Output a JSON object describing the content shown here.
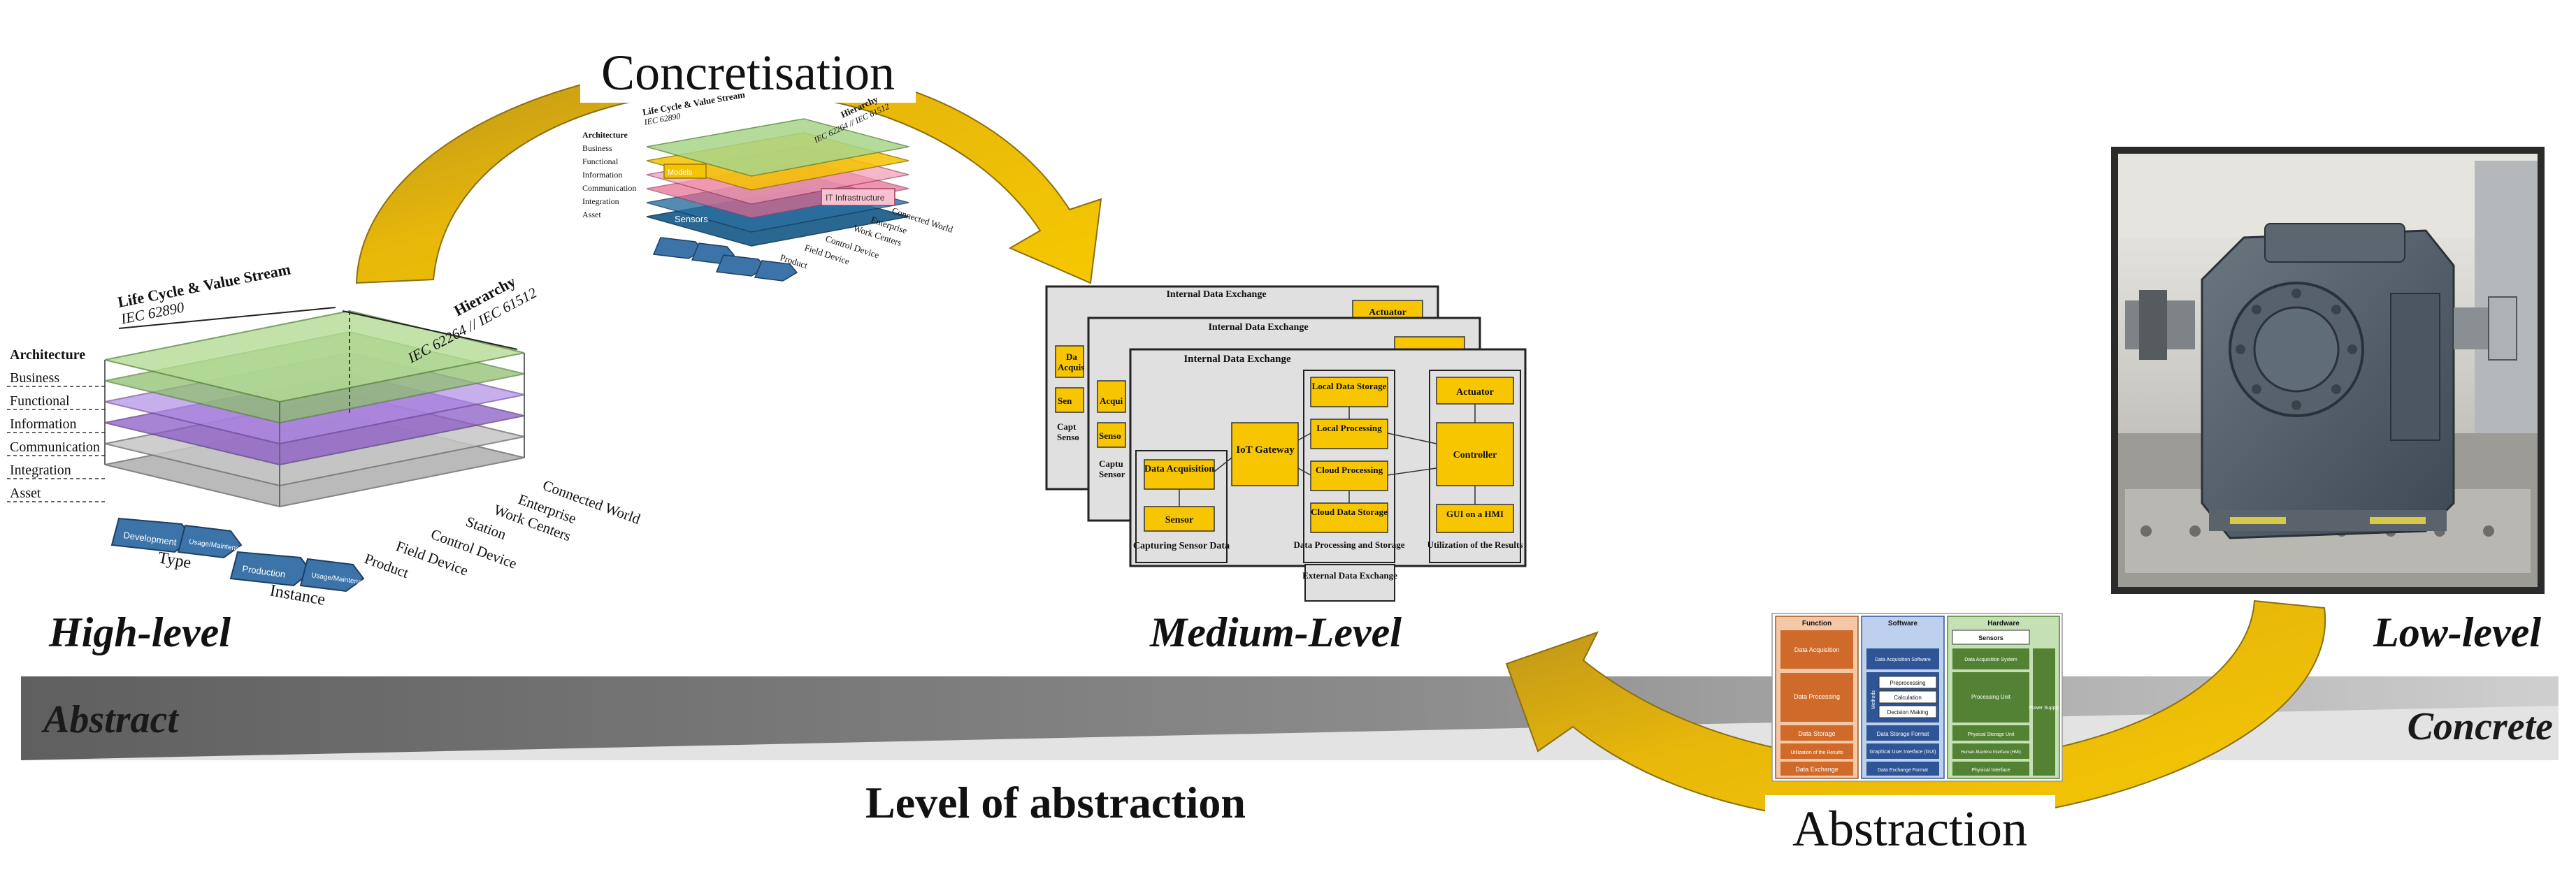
{
  "labels": {
    "high_level": "High-level",
    "medium_level": "Medium-Level",
    "low_level": "Low-level",
    "abstract": "Abstract",
    "concrete": "Concrete",
    "axis_title": "Level of abstraction",
    "concretisation": "Concretisation",
    "abstraction": "Abstraction"
  },
  "rami": {
    "life_cycle": "Life Cycle & Value Stream",
    "life_cycle_std": "IEC 62890",
    "hierarchy": "Hierarchy",
    "hierarchy_std": "IEC 62264 // IEC 61512",
    "architecture": "Architecture",
    "layers": [
      "Business",
      "Functional",
      "Information",
      "Communication",
      "Integration",
      "Asset"
    ],
    "hierarchy_levels": [
      "Connected World",
      "Enterprise",
      "Work Centers",
      "Station",
      "Control Device",
      "Field Device",
      "Product"
    ],
    "type_label": "Type",
    "instance_label": "Instance",
    "type_phases": [
      "Development",
      "Usage/Maintenance"
    ],
    "instance_phases": [
      "Production",
      "Usage/Maintenance"
    ],
    "small_tags": [
      "Models",
      "IT Infrastructure",
      "Sensors"
    ]
  },
  "medium": {
    "internal_data_exchange": "Internal Data Exchange",
    "external_data_exchange": "External Data Exchange",
    "data_acquisition": "Data Acquisition",
    "sensor": "Sensor",
    "capturing_sensor_data": "Capturing Sensor Data",
    "iot_gateway": "IoT Gateway",
    "local_data_storage": "Local Data Storage",
    "local_processing": "Local Processing",
    "cloud_processing": "Cloud Processing",
    "cloud_data_storage": "Cloud Data Storage",
    "data_processing_storage": "Data Processing and Storage",
    "actuator": "Actuator",
    "controller": "Controller",
    "gui_hmi": "GUI on a HMI",
    "utilization": "Utilization of the Results",
    "bg_frag_1": "Capt",
    "bg_frag_2": "Senso",
    "bg_frag_3": "Acqui",
    "bg_frag_4": "Sen",
    "bg_frag_5": "Acquis",
    "bg_frag_6": "Senso",
    "bg_frag_7": "Captu",
    "bg_frag_8": "Sensor",
    "bg_frag_9": "Da"
  },
  "table": {
    "headers": [
      "Function",
      "Software",
      "Hardware"
    ],
    "function_items": [
      "Data Acquisition",
      "Data Processing",
      "Data Storage",
      "Utilization of the Results",
      "Data Exchange"
    ],
    "software_items": [
      "Data Acquisition Software",
      "Preprocessing",
      "Calculation",
      "Decision Making",
      "Data Storage Format",
      "Graphical User Interface (GUI)",
      "Data Exchange Format"
    ],
    "software_side": "Methods",
    "hardware_items": [
      "Sensors",
      "Data Acquisition System",
      "Processing Unit",
      "Physical Storage Unit",
      "Human-Machine Interface (HMI)",
      "Physical Interface"
    ],
    "power_supply": "Power Supply"
  },
  "colors": {
    "arrow_gold": "#f2c100",
    "arrow_dark": "#c8a023",
    "bar_dark": "#6f6f6f",
    "bar_light": "#d9d9d9",
    "box_yellow": "#f7c600",
    "panel_gray": "#e0e0e0",
    "function_orange": "#cf6a2a",
    "software_blue": "#2f5597",
    "hardware_green": "#548235",
    "rami_green": "#9fd27e",
    "rami_purple": "#9c7ad6"
  },
  "icons": [
    "curved-arrow-icon",
    "curved-arrow-icon",
    "gearbox-photo"
  ]
}
